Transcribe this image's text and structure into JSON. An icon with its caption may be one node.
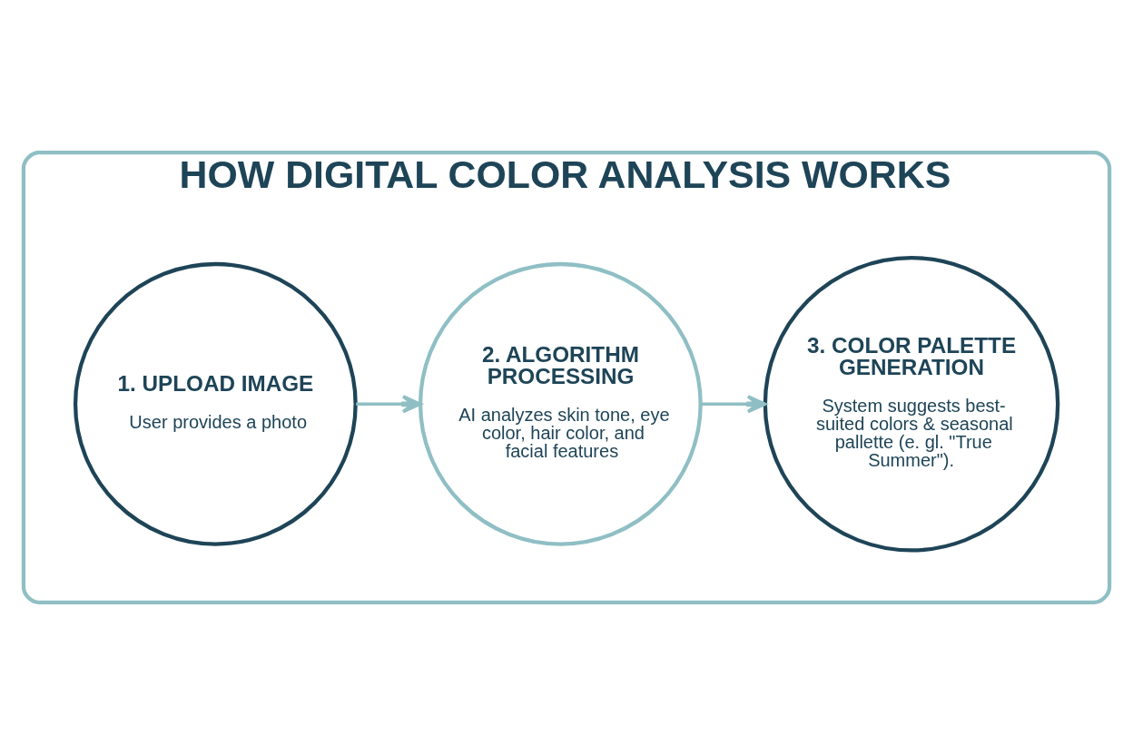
{
  "diagram": {
    "nodes": [
      {
        "text": [
          "HOW DIGITAL COLOR ANALYSIS WORKS"
        ]
      },
      {
        "text": [
          "1. UPLOAD IMAGE",
          "User provides a photo"
        ],
        "in": 0
      },
      {
        "text": [
          "2. ALGORITHM PROCESSING",
          "AI analyzes skin tone, eye color, hair color, and facial features"
        ],
        "in": 0
      },
      {
        "text": [
          "3. COLOR PALETTE GENERATION",
          "System suggests best-suited colors & seasonal pallette (e. gl. \"True Summer\")."
        ],
        "in": 0
      }
    ],
    "edges": [
      {
        "from": 1,
        "to": 2,
        "arrow": "to"
      },
      {
        "from": 2,
        "to": 3,
        "arrow": "to"
      }
    ]
  }
}
